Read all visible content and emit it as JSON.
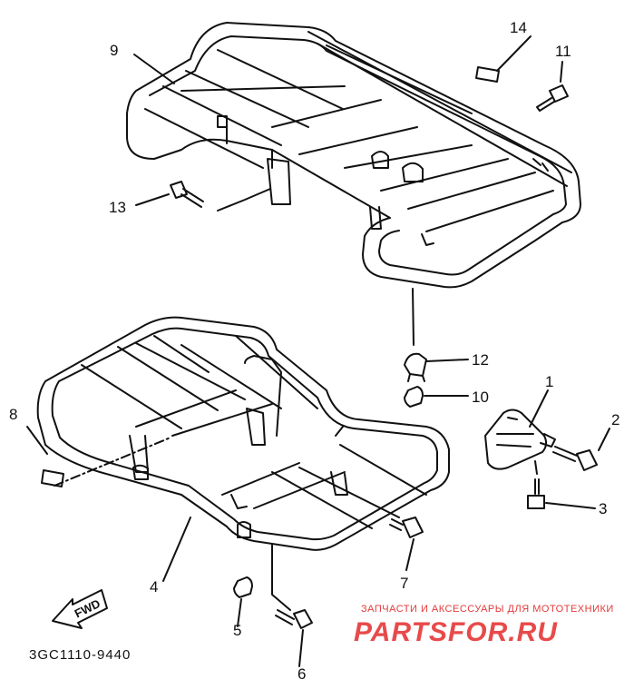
{
  "diagram": {
    "part_code": "3GC1110-9440",
    "fwd_label": "FWD",
    "callouts": [
      "1",
      "2",
      "3",
      "4",
      "5",
      "6",
      "7",
      "8",
      "9",
      "10",
      "11",
      "12",
      "13",
      "14"
    ]
  },
  "watermark": {
    "tagline": "ЗАПЧАСТИ И АКСЕССУАРЫ ДЛЯ МОТОТЕХНИКИ",
    "logo": "PARTSFOR.RU",
    "logo_color": "#e84a4a"
  }
}
